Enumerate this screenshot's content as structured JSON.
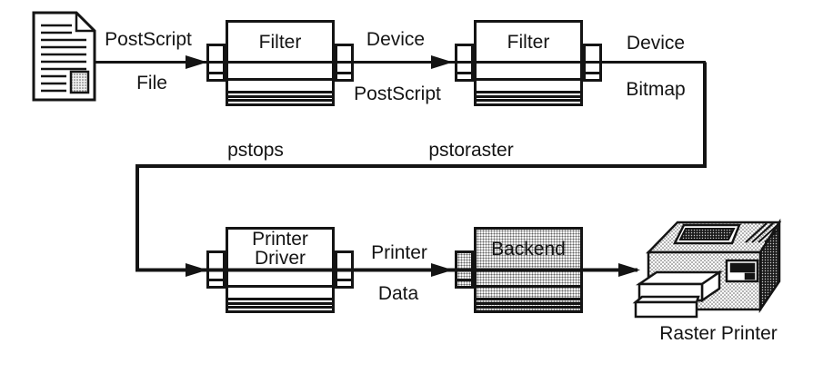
{
  "colors": {
    "ink": "#141414",
    "paper": "#ffffff"
  },
  "nodes": {
    "filter1": {
      "title": "Filter",
      "program": "pstops"
    },
    "filter2": {
      "title": "Filter",
      "program": "pstoraster"
    },
    "driver": {
      "line1": "Printer",
      "line2": "Driver"
    },
    "backend": {
      "title": "Backend"
    },
    "printer": {
      "caption": "Raster Printer"
    }
  },
  "edges": {
    "e1": {
      "top": "PostScript",
      "bottom": "File"
    },
    "e2": {
      "top": "Device",
      "bottom": "PostScript"
    },
    "e3": {
      "top": "Device",
      "bottom": "Bitmap"
    },
    "e4": {
      "top": "Printer",
      "bottom": "Data"
    }
  }
}
